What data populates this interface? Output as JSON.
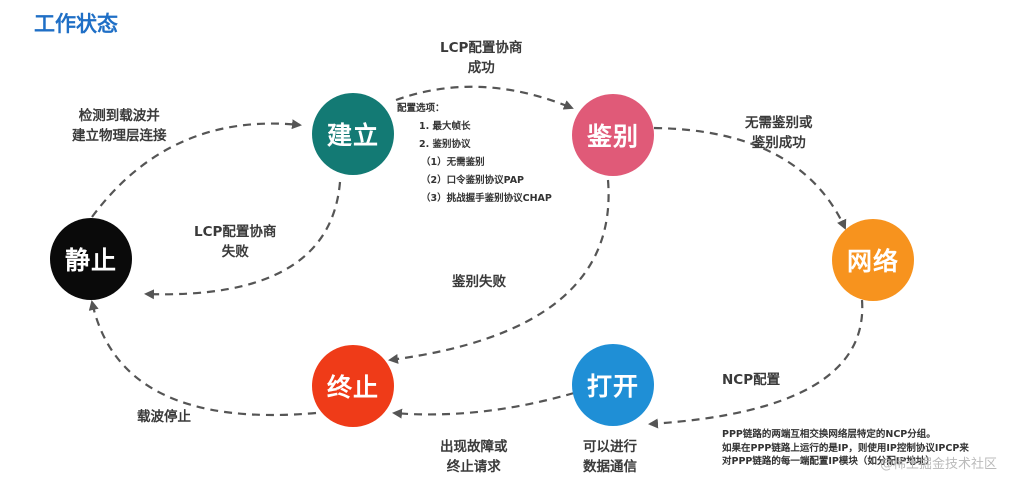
{
  "title": "工作状态",
  "colors": {
    "arrow": "#555555",
    "title": "#1f6fc6"
  },
  "nodes": {
    "jingzhi": {
      "label": "静止",
      "color": "#0a0a0a"
    },
    "jianli": {
      "label": "建立",
      "color": "#137a74"
    },
    "jianbie": {
      "label": "鉴别",
      "color": "#e05a78"
    },
    "wangluo": {
      "label": "网络",
      "color": "#f7931e"
    },
    "dakai": {
      "label": "打开",
      "color": "#1f8fd6"
    },
    "zhongzhi": {
      "label": "终止",
      "color": "#ef3b18"
    }
  },
  "transitions": {
    "carrier_detected": [
      "检测到载波并",
      "建立物理层连接"
    ],
    "lcp_success": [
      "LCP配置协商",
      "成功"
    ],
    "lcp_fail": [
      "LCP配置协商",
      "失败"
    ],
    "auth_success": [
      "无需鉴别或",
      "鉴别成功"
    ],
    "auth_fail": "鉴别失败",
    "ncp_config": "NCP配置",
    "data_comm": [
      "可以进行",
      "数据通信"
    ],
    "fault_or_terminate": [
      "出现故障或",
      "终止请求"
    ],
    "carrier_stop": "载波停止"
  },
  "config_options": [
    "配置选项：",
    "1. 最大帧长",
    "2. 鉴别协议",
    "（1）无需鉴别",
    "（2）口令鉴别协议PAP",
    "（3）挑战握手鉴别协议CHAP"
  ],
  "ncp_note": [
    "PPP链路的两端互相交换网络层特定的NCP分组。",
    "如果在PPP链路上运行的是IP，则使用IP控制协议IPCP来",
    "对PPP链路的每一端配置IP模块（如分配IP地址）"
  ],
  "watermark": "@稀土掘金技术社区"
}
